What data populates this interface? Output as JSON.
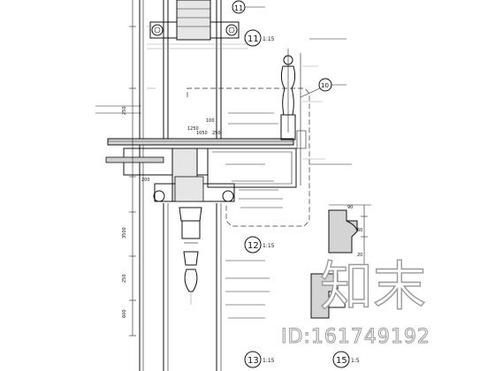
{
  "details": [
    {
      "number": "11",
      "scale": "1:15"
    },
    {
      "number": "12",
      "scale": "1:15"
    },
    {
      "number": "13",
      "scale": "1:15"
    },
    {
      "number": "15",
      "scale": "1:5"
    }
  ],
  "callouts": [
    {
      "number": "11"
    },
    {
      "number": "10"
    }
  ],
  "dimensions": [
    "1250",
    "250",
    "1050",
    "3500",
    "250",
    "250",
    "200",
    "600",
    "100",
    "90",
    "60",
    "20"
  ],
  "watermark": {
    "site": "知末",
    "id": "ID:161749192"
  }
}
